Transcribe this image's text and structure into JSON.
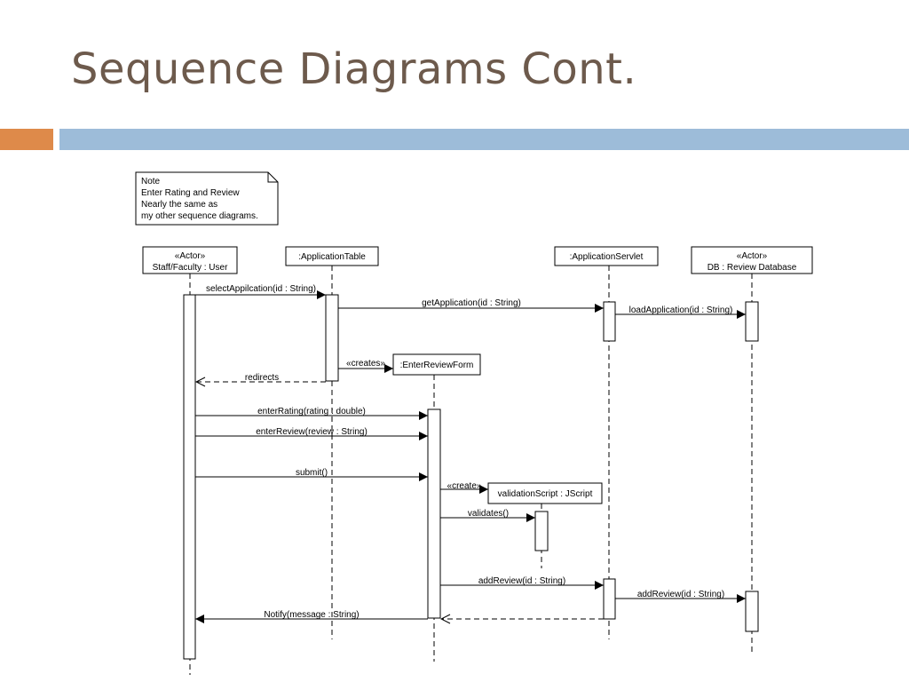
{
  "slide": {
    "title": "Sequence Diagrams Cont.",
    "accent_color": "#de8a4a",
    "bar_color": "#9dbcd9",
    "title_color": "#6d5a4c"
  },
  "note": {
    "lines": [
      "Note",
      "Enter Rating and Review",
      "Nearly the same as",
      "my other sequence diagrams."
    ]
  },
  "lifelines": {
    "user": {
      "stereotype": "«Actor»",
      "name": "Staff/Faculty : User"
    },
    "table": {
      "name": ":ApplicationTable"
    },
    "servlet": {
      "name": ":ApplicationServlet"
    },
    "db": {
      "stereotype": "«Actor»",
      "name": "DB : Review Database"
    },
    "form": {
      "name": ":EnterReviewForm"
    },
    "script": {
      "name": "validationScript : JScript"
    }
  },
  "messages": {
    "select_application": "selectAppilcation(id : String)",
    "get_application": "getApplication(id : String)",
    "load_application": "loadApplication(id : String)",
    "creates_form": "«creates»",
    "redirects": "redirects",
    "enter_rating": "enterRating(rating : double)",
    "enter_review": "enterReview(review : String)",
    "submit": "submit()",
    "creates_script": "«create»",
    "validates": "validates()",
    "add_review_servlet": "addReview(id : String)",
    "add_review_db": "addReview(id : String)",
    "notify": "Notify(message : String)"
  }
}
